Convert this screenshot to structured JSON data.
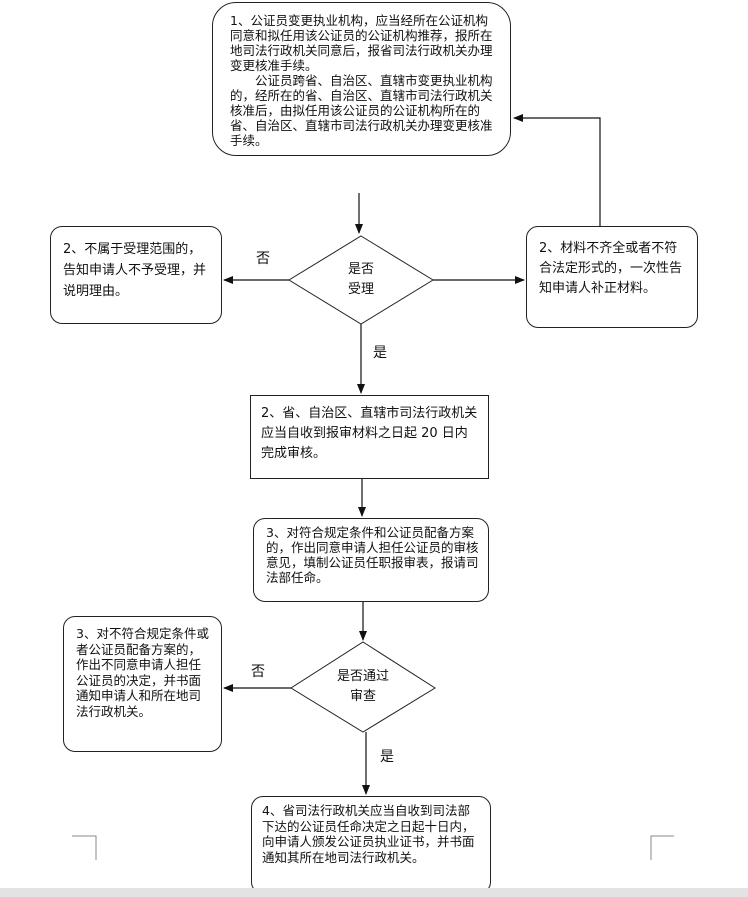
{
  "boxes": {
    "step1": {
      "para1": "1、公证员变更执业机构，应当经所在公证机构同意和拟任用该公证员的公证机构推荐，报所在地司法行政机关同意后，报省司法行政机关办理变更核准手续。",
      "para2": "公证员跨省、自治区、直辖市变更执业机构的，经所在的省、自治区、直辖市司法行政机关核准后，由拟任用该公证员的公证机构所在的省、自治区、直辖市司法行政机关办理变更核准手续。"
    },
    "reject": "2、不属于受理范围的，告知申请人不予受理，并说明理由。",
    "supplement": "2、材料不齐全或者不符合法定形式的，一次性告知申请人补正材料。",
    "review": "2、省、自治区、直辖市司法行政机关应当自收到报审材料之日起 20 日内完成审核。",
    "approve": "3、对符合规定条件和公证员配备方案的，作出同意申请人担任公证员的审核意见，填制公证员任职报审表，报请司法部任命。",
    "disapprove": "3、对不符合规定条件或者公证员配备方案的，作出不同意申请人担任公证员的决定，并书面通知申请人和所在地司法行政机关。",
    "certificate": "4、省司法行政机关应当自收到司法部下达的公证员任命决定之日起十日内，向申请人颁发公证员执业证书，并书面通知其所在地司法行政机关。"
  },
  "decisions": {
    "accept": "是否\n受理",
    "pass": "是否通过\n审查"
  },
  "labels": {
    "no1": "否",
    "yes1": "是",
    "no2": "否",
    "yes2": "是"
  }
}
